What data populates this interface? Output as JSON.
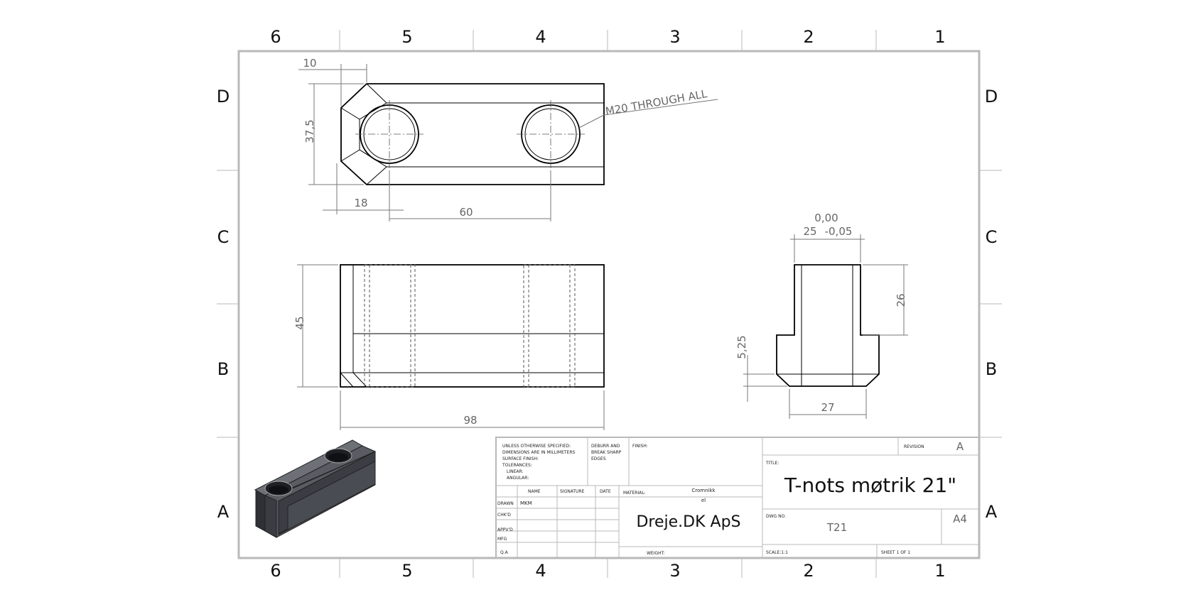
{
  "zones": {
    "columns": [
      "6",
      "5",
      "4",
      "3",
      "2",
      "1"
    ],
    "rows": [
      "D",
      "C",
      "B",
      "A"
    ]
  },
  "dimensions": {
    "top_view": {
      "offset": "10",
      "height": "37,5",
      "hole_edge": "18",
      "hole_spacing": "60"
    },
    "hole_note": "M20 THROUGH ALL",
    "front_view": {
      "height": "45",
      "length": "98"
    },
    "side_view": {
      "width": "25",
      "tol_upper": "0,00",
      "tol_lower": "-0,05",
      "neck_height": "26",
      "flange_height": "5,25",
      "base_width": "27"
    }
  },
  "title_block": {
    "general_notes": [
      "UNLESS OTHERWISE SPECIFIED:",
      "DIMENSIONS ARE IN MILLIMETERS",
      "SURFACE FINISH:",
      "TOLERANCES:",
      "LINEAR:",
      "ANGULAR:"
    ],
    "deburr_note": [
      "DEBURR AND",
      "BREAK SHARP",
      "EDGES"
    ],
    "finish_label": "FINISH:",
    "revision_label": "REVISION",
    "revision": "A",
    "col_name": "NAME",
    "col_signature": "SIGNATURE",
    "col_date": "DATE",
    "row_drawn": "DRAWN",
    "row_chkd": "CHK'D",
    "row_appvd": "APPV'D",
    "row_mfg": "MFG",
    "row_qa": "Q.A",
    "drawn_by": "MKM",
    "material_label": "MATERIAL:",
    "material_line1": "Cromnikk",
    "material_line2": "el",
    "weight_label": "WEIGHT:",
    "company": "Dreje.DK ApS",
    "title_label": "TITLE:",
    "title": "T-nots møtrik 21\"",
    "dwg_label": "DWG NO.",
    "dwg_no": "T21",
    "size": "A4",
    "scale": "SCALE:1:1",
    "sheet": "SHEET 1 OF 1"
  }
}
